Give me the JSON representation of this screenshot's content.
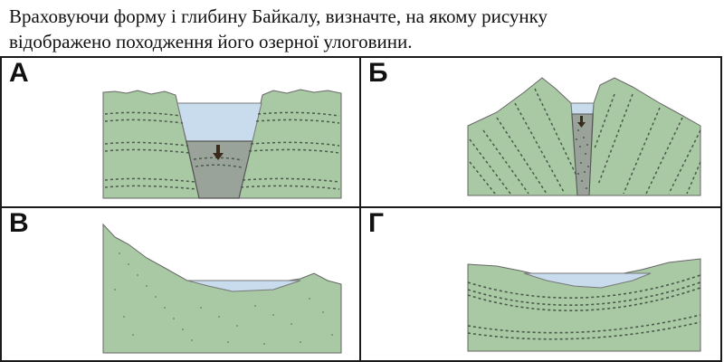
{
  "question": {
    "line1": "Враховуючи форму і глибину Байкалу, визначте, на якому рисунку",
    "line2": "відображено походження його озерної улоговини."
  },
  "panels": {
    "a": {
      "letter": "А"
    },
    "b": {
      "letter": "Б"
    },
    "v": {
      "letter": "В"
    },
    "g": {
      "letter": "Г"
    }
  },
  "colors": {
    "rock": "#a9c9a4",
    "rock_dark": "#8fb38a",
    "water": "#c9dced",
    "fault_block": "#9aa39a",
    "outline": "#555555",
    "strata": "#4a5a4a"
  }
}
